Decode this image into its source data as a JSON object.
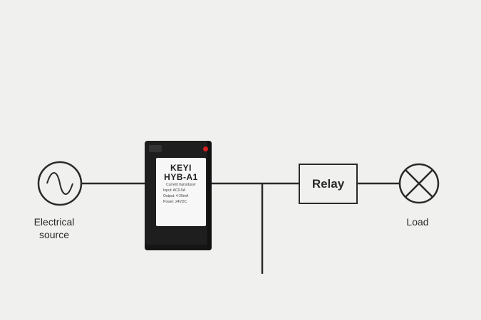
{
  "labels": {
    "source": "Electrical source",
    "load": "Load",
    "relay": "Relay"
  },
  "device": {
    "brand": "KEYI",
    "model": "HYB-A1",
    "subtitle": "Current transducer",
    "specs": [
      "Input: AC0-5A",
      "Output: 4-20mA",
      "Power: 24VDC"
    ]
  },
  "colors": {
    "background": "#f0f0ef",
    "line": "#2a2a2a",
    "device_body": "#1e1e1e",
    "led": "#d62020"
  }
}
